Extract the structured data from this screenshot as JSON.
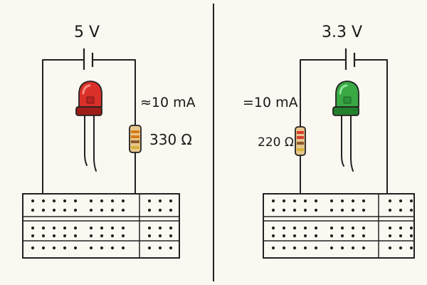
{
  "left_circuit": {
    "voltage": "5 V",
    "current": "≈10 mA",
    "resistor": "330 Ω",
    "led_color": "#d9302a",
    "led_shade": "#ff8a80",
    "led_base": "#9d1d18",
    "resistor_bands": [
      "#d97a19",
      "#d97a19",
      "#8b5a2b",
      "#d6b23a"
    ],
    "resistor_body": "#e8c78d"
  },
  "right_circuit": {
    "voltage": "3.3 V",
    "current": "=10 mA",
    "resistor": "220 Ω",
    "led_color": "#3aa845",
    "led_shade": "#8ee39a",
    "led_base": "#247f2d",
    "resistor_bands": [
      "#d63c2e",
      "#d63c2e",
      "#8b5a2b",
      "#d6b23a"
    ],
    "resistor_body": "#e8c78d"
  }
}
